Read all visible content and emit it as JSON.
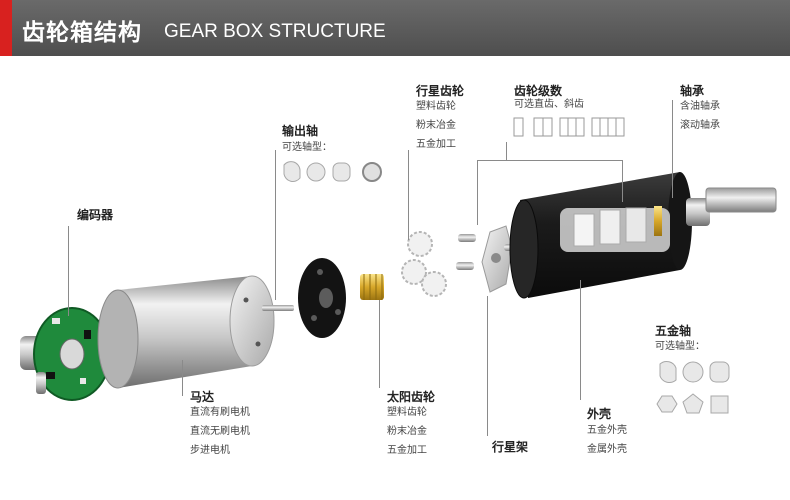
{
  "header": {
    "title_cn": "齿轮箱结构",
    "title_en": "GEAR BOX STRUCTURE"
  },
  "labels": {
    "encoder": {
      "title": "编码器"
    },
    "output_shaft": {
      "title": "输出轴",
      "sub": "可选轴型："
    },
    "planet_gear": {
      "title": "行星齿轮",
      "items": [
        "塑料齿轮",
        "粉末冶金",
        "五金加工"
      ]
    },
    "gear_stages": {
      "title": "齿轮级数",
      "items": [
        "可选直齿、斜齿"
      ]
    },
    "bearing": {
      "title": "轴承",
      "items": [
        "含油轴承",
        "滚动轴承"
      ]
    },
    "motor": {
      "title": "马达",
      "items": [
        "直流有刷电机",
        "直流无刷电机",
        "步进电机"
      ]
    },
    "sun_gear": {
      "title": "太阳齿轮",
      "items": [
        "塑料齿轮",
        "粉末冶金",
        "五金加工"
      ]
    },
    "planet_carrier": {
      "title": "行星架"
    },
    "housing": {
      "title": "外壳",
      "items": [
        "五金外壳",
        "金属外壳"
      ]
    },
    "hardware_shaft": {
      "title": "五金轴",
      "sub": "可选轴型："
    }
  },
  "colors": {
    "accent": "#d8211f",
    "header_bg": "#555555",
    "pcb": "#1f8a3c",
    "housing": "#1e1e1e"
  }
}
